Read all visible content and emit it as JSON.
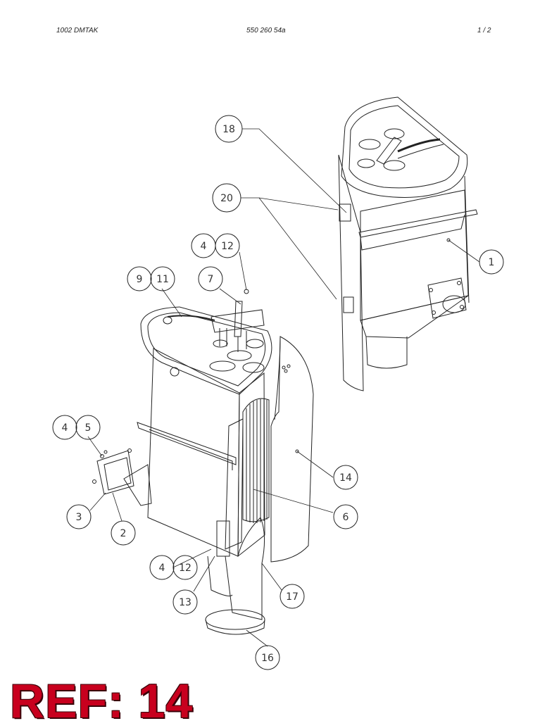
{
  "header": {
    "left": "1002 DMTAK",
    "center": "550 260 54a",
    "right": "1 /   2"
  },
  "balloons": [
    {
      "id": "b18",
      "label": "18"
    },
    {
      "id": "b20",
      "label": "20"
    },
    {
      "id": "b1",
      "label": "1"
    },
    {
      "id": "b4a",
      "label": "4"
    },
    {
      "id": "b12a",
      "label": "12"
    },
    {
      "id": "b9",
      "label": "9"
    },
    {
      "id": "b11",
      "label": "11"
    },
    {
      "id": "b7",
      "label": "7"
    },
    {
      "id": "b4b",
      "label": "4"
    },
    {
      "id": "b5",
      "label": "5"
    },
    {
      "id": "b3",
      "label": "3"
    },
    {
      "id": "b2",
      "label": "2"
    },
    {
      "id": "b14",
      "label": "14"
    },
    {
      "id": "b6",
      "label": "6"
    },
    {
      "id": "b4c",
      "label": "4"
    },
    {
      "id": "b12b",
      "label": "12"
    },
    {
      "id": "b13",
      "label": "13"
    },
    {
      "id": "b17",
      "label": "17"
    },
    {
      "id": "b16",
      "label": "16"
    }
  ],
  "reference": "REF: 14"
}
